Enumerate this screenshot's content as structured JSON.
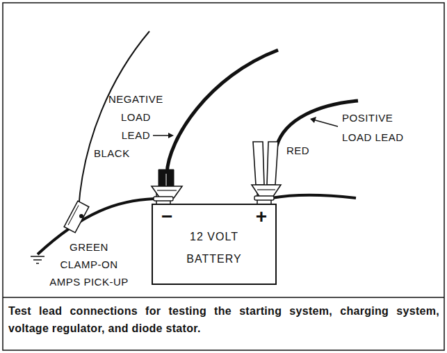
{
  "diagram": {
    "caption": "Test lead connections for testing the starting system, charging system, voltage regulator, and diode stator.",
    "nodes": [
      {
        "text": [
          "−",
          "+",
          "12 VOLT BATTERY"
        ]
      }
    ],
    "labels": [
      "NEGATIVE LOAD LEAD",
      "BLACK",
      "POSITIVE LOAD LEAD",
      "RED",
      "GREEN CLAMP-ON AMPS PICK-UP"
    ]
  }
}
